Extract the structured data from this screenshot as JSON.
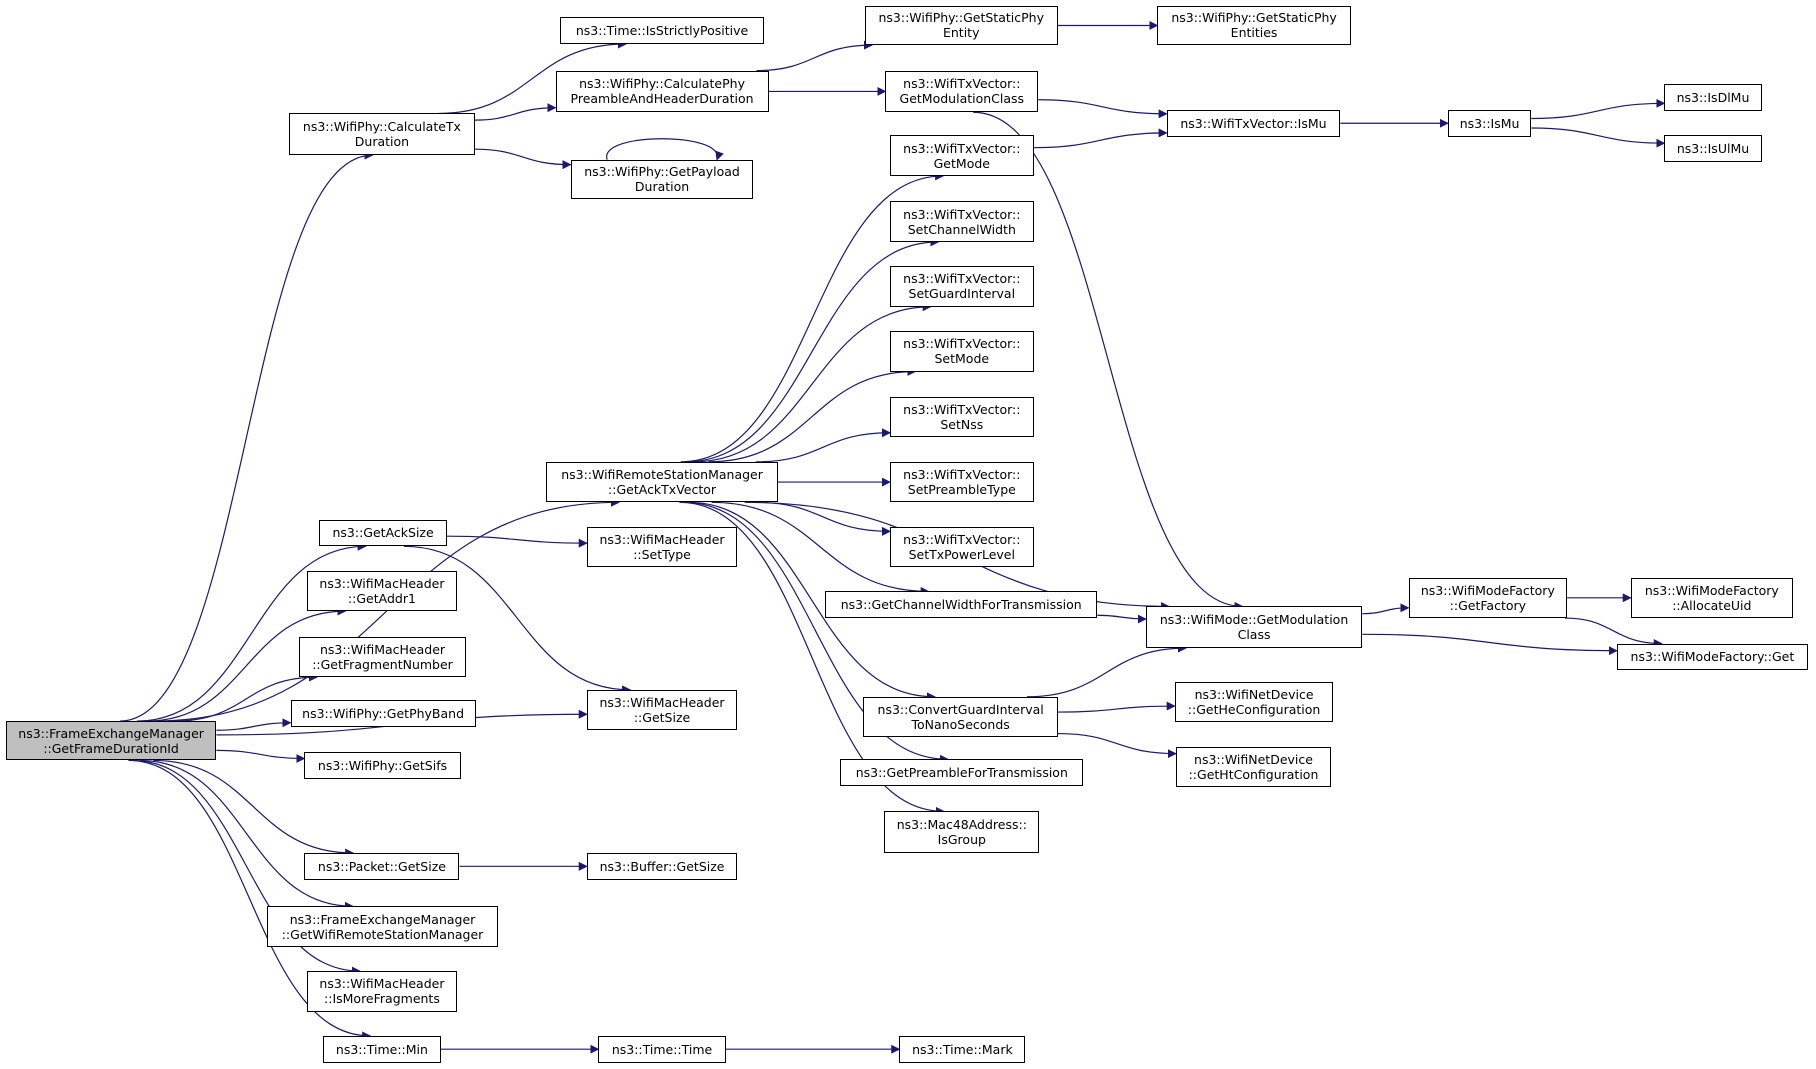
{
  "graph": {
    "root": "root",
    "colors": {
      "edge": "#191970",
      "root_fill": "#bfbfbf",
      "node_fill": "#ffffff",
      "border": "#000000"
    },
    "nodes": {
      "root": [
        "ns3::FrameExchangeManager",
        "::GetFrameDurationId"
      ],
      "calcTxDur": [
        "ns3::WifiPhy::CalculateTx",
        "Duration"
      ],
      "isStrictlyPos": [
        "ns3::Time::IsStrictlyPositive"
      ],
      "calcPreamble": [
        "ns3::WifiPhy::CalculatePhy",
        "PreambleAndHeaderDuration"
      ],
      "getPayloadDur": [
        "ns3::WifiPhy::GetPayload",
        "Duration"
      ],
      "getStaticPhyEntity": [
        "ns3::WifiPhy::GetStaticPhy",
        "Entity"
      ],
      "getStaticPhyEntities": [
        "ns3::WifiPhy::GetStaticPhy",
        "Entities"
      ],
      "txvGetModClass": [
        "ns3::WifiTxVector::",
        "GetModulationClass"
      ],
      "txvIsMu": [
        "ns3::WifiTxVector::IsMu"
      ],
      "isMu": [
        "ns3::IsMu"
      ],
      "isDlMu": [
        "ns3::IsDlMu"
      ],
      "isUlMu": [
        "ns3::IsUlMu"
      ],
      "txvGetMode": [
        "ns3::WifiTxVector::",
        "GetMode"
      ],
      "txvSetChanWidth": [
        "ns3::WifiTxVector::",
        "SetChannelWidth"
      ],
      "txvSetGuard": [
        "ns3::WifiTxVector::",
        "SetGuardInterval"
      ],
      "txvSetMode": [
        "ns3::WifiTxVector::",
        "SetMode"
      ],
      "txvSetNss": [
        "ns3::WifiTxVector::",
        "SetNss"
      ],
      "txvSetPreamble": [
        "ns3::WifiTxVector::",
        "SetPreambleType"
      ],
      "txvSetTxPower": [
        "ns3::WifiTxVector::",
        "SetTxPowerLevel"
      ],
      "getAckTxVector": [
        "ns3::WifiRemoteStationManager",
        "::GetAckTxVector"
      ],
      "getAckSize": [
        "ns3::GetAckSize"
      ],
      "macSetType": [
        "ns3::WifiMacHeader",
        "::SetType"
      ],
      "macGetAddr1": [
        "ns3::WifiMacHeader",
        "::GetAddr1"
      ],
      "macGetFragNum": [
        "ns3::WifiMacHeader",
        "::GetFragmentNumber"
      ],
      "getPhyBand": [
        "ns3::WifiPhy::GetPhyBand"
      ],
      "macGetSize": [
        "ns3::WifiMacHeader",
        "::GetSize"
      ],
      "getSifs": [
        "ns3::WifiPhy::GetSifs"
      ],
      "getChanWidthTx": [
        "ns3::GetChannelWidthForTransmission"
      ],
      "modeGetModClass": [
        "ns3::WifiMode::GetModulation",
        "Class"
      ],
      "modeFactoryGetFactory": [
        "ns3::WifiModeFactory",
        "::GetFactory"
      ],
      "modeFactoryAllocUid": [
        "ns3::WifiModeFactory",
        "::AllocateUid"
      ],
      "modeFactoryGet": [
        "ns3::WifiModeFactory::Get"
      ],
      "convertGuard": [
        "ns3::ConvertGuardInterval",
        "ToNanoSeconds"
      ],
      "getHeConfig": [
        "ns3::WifiNetDevice",
        "::GetHeConfiguration"
      ],
      "getHtConfig": [
        "ns3::WifiNetDevice",
        "::GetHtConfiguration"
      ],
      "getPreambleTx": [
        "ns3::GetPreambleForTransmission"
      ],
      "mac48IsGroup": [
        "ns3::Mac48Address::",
        "IsGroup"
      ],
      "packetGetSize": [
        "ns3::Packet::GetSize"
      ],
      "bufferGetSize": [
        "ns3::Buffer::GetSize"
      ],
      "femGetRsm": [
        "ns3::FrameExchangeManager",
        "::GetWifiRemoteStationManager"
      ],
      "macIsMoreFrag": [
        "ns3::WifiMacHeader",
        "::IsMoreFragments"
      ],
      "timeMin": [
        "ns3::Time::Min"
      ],
      "timeTime": [
        "ns3::Time::Time"
      ],
      "timeMark": [
        "ns3::Time::Mark"
      ]
    },
    "edges": [
      [
        "root",
        "calcTxDur"
      ],
      [
        "root",
        "getAckTxVector"
      ],
      [
        "root",
        "getAckSize"
      ],
      [
        "root",
        "macGetAddr1"
      ],
      [
        "root",
        "macGetFragNum"
      ],
      [
        "root",
        "getPhyBand"
      ],
      [
        "root",
        "getSifs"
      ],
      [
        "root",
        "macGetSize"
      ],
      [
        "root",
        "packetGetSize"
      ],
      [
        "root",
        "femGetRsm"
      ],
      [
        "root",
        "macIsMoreFrag"
      ],
      [
        "root",
        "timeMin"
      ],
      [
        "calcTxDur",
        "isStrictlyPos"
      ],
      [
        "calcTxDur",
        "calcPreamble"
      ],
      [
        "calcTxDur",
        "getPayloadDur"
      ],
      [
        "getPayloadDur",
        "getPayloadDur"
      ],
      [
        "calcPreamble",
        "getStaticPhyEntity"
      ],
      [
        "calcPreamble",
        "txvGetModClass"
      ],
      [
        "getStaticPhyEntity",
        "getStaticPhyEntities"
      ],
      [
        "txvGetModClass",
        "txvIsMu"
      ],
      [
        "txvGetModClass",
        "modeGetModClass"
      ],
      [
        "txvIsMu",
        "isMu"
      ],
      [
        "isMu",
        "isDlMu"
      ],
      [
        "isMu",
        "isUlMu"
      ],
      [
        "txvGetMode",
        "txvIsMu"
      ],
      [
        "getAckTxVector",
        "txvGetMode"
      ],
      [
        "getAckTxVector",
        "txvSetChanWidth"
      ],
      [
        "getAckTxVector",
        "txvSetGuard"
      ],
      [
        "getAckTxVector",
        "txvSetMode"
      ],
      [
        "getAckTxVector",
        "txvSetNss"
      ],
      [
        "getAckTxVector",
        "txvSetPreamble"
      ],
      [
        "getAckTxVector",
        "txvSetTxPower"
      ],
      [
        "getAckTxVector",
        "getChanWidthTx"
      ],
      [
        "getAckTxVector",
        "modeGetModClass"
      ],
      [
        "getAckTxVector",
        "convertGuard"
      ],
      [
        "getAckTxVector",
        "getPreambleTx"
      ],
      [
        "getAckTxVector",
        "mac48IsGroup"
      ],
      [
        "getChanWidthTx",
        "modeGetModClass"
      ],
      [
        "convertGuard",
        "modeGetModClass"
      ],
      [
        "convertGuard",
        "getHeConfig"
      ],
      [
        "convertGuard",
        "getHtConfig"
      ],
      [
        "modeGetModClass",
        "modeFactoryGetFactory"
      ],
      [
        "modeGetModClass",
        "modeFactoryGet"
      ],
      [
        "modeFactoryGetFactory",
        "modeFactoryAllocUid"
      ],
      [
        "modeFactoryGetFactory",
        "modeFactoryGet"
      ],
      [
        "getAckSize",
        "macSetType"
      ],
      [
        "getAckSize",
        "macGetSize"
      ],
      [
        "packetGetSize",
        "bufferGetSize"
      ],
      [
        "timeMin",
        "timeTime"
      ],
      [
        "timeTime",
        "timeMark"
      ]
    ]
  }
}
